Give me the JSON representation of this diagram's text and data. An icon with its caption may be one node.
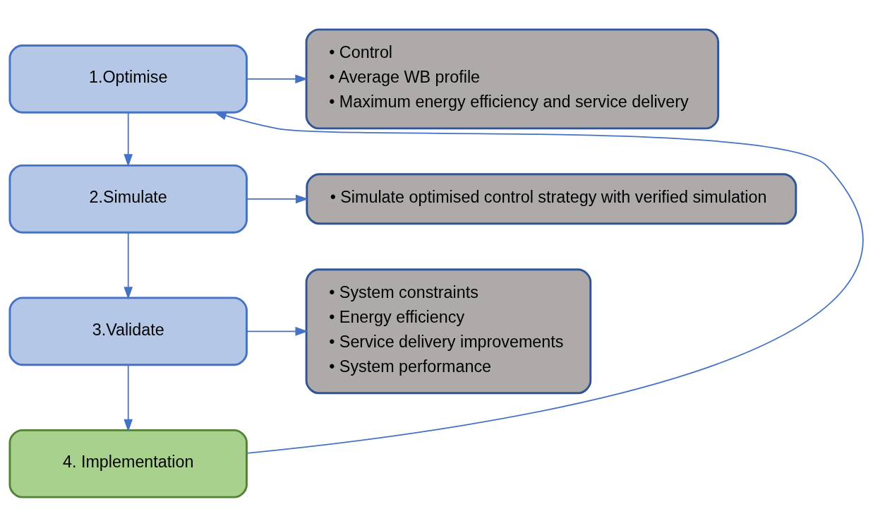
{
  "diagram": {
    "nodes": [
      {
        "text": [
          "1.Optimise"
        ]
      },
      {
        "text": [
          "• Control",
          "• Average WB profile",
          "• Maximum energy efficiency and service delivery"
        ]
      },
      {
        "text": [
          "2.Simulate"
        ]
      },
      {
        "text": [
          "• Simulate optimised control strategy with verified simulation"
        ]
      },
      {
        "text": [
          "3.Validate"
        ]
      },
      {
        "text": [
          "• System constraints",
          "• Energy efficiency",
          "• Service delivery improvements",
          "• System performance"
        ]
      },
      {
        "text": [
          "4. Implementation"
        ]
      }
    ],
    "edges": [
      {
        "from": 0,
        "to": 1,
        "arrow": "to"
      },
      {
        "from": 0,
        "to": 2,
        "arrow": "to"
      },
      {
        "from": 2,
        "to": 3,
        "arrow": "to"
      },
      {
        "from": 2,
        "to": 4,
        "arrow": "to"
      },
      {
        "from": 4,
        "to": 5,
        "arrow": "to"
      },
      {
        "from": 4,
        "to": 6,
        "arrow": "to"
      },
      {
        "from": 6,
        "to": 0,
        "arrow": "to"
      }
    ]
  }
}
